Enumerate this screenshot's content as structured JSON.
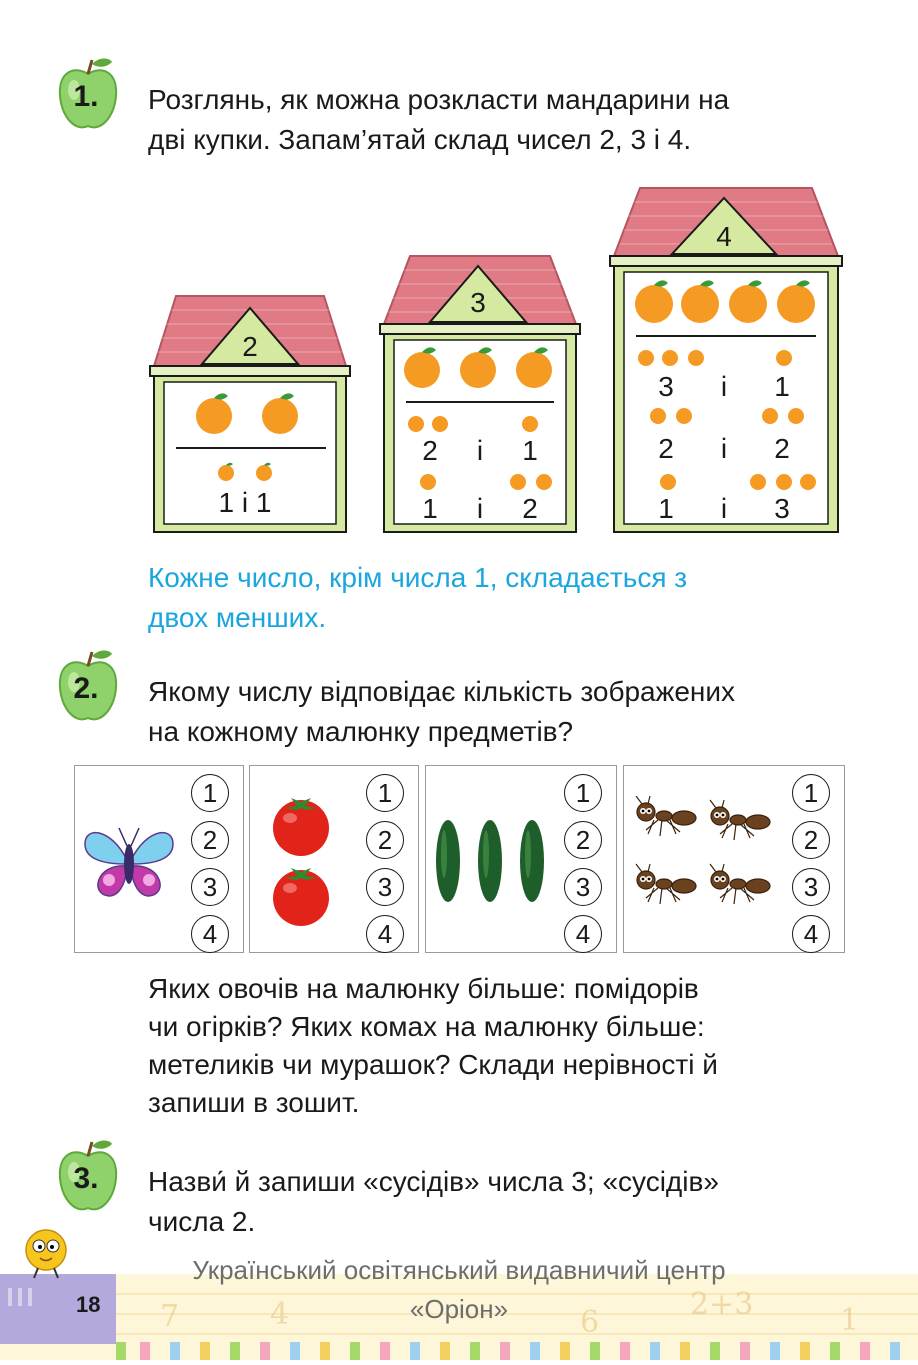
{
  "tasks": [
    {
      "number": "1.",
      "text_line1": "Розглянь, як можна розкласти мандарини на",
      "text_line2": "дві купки. Запам’ятай склад чисел 2, 3 і 4."
    },
    {
      "number": "2.",
      "text_line1": "Якому числу відповідає кількість зображених",
      "text_line2": "на кожному малюнку предметів?"
    },
    {
      "number": "3.",
      "text_line1": "Назви́ й запиши «сусідів» числа 3; «сусідів»",
      "text_line2": "числа 2."
    }
  ],
  "houses": [
    {
      "number": "2",
      "rows": [
        {
          "left": "1 і 1",
          "mid": "",
          "right": ""
        }
      ]
    },
    {
      "number": "3",
      "rows": [
        {
          "left": "2",
          "mid": "і",
          "right": "1"
        },
        {
          "left": "1",
          "mid": "і",
          "right": "2"
        }
      ]
    },
    {
      "number": "4",
      "rows": [
        {
          "left": "3",
          "mid": "і",
          "right": "1"
        },
        {
          "left": "2",
          "mid": "і",
          "right": "2"
        },
        {
          "left": "1",
          "mid": "і",
          "right": "3"
        }
      ]
    }
  ],
  "rule": {
    "line1": "Кожне число, крім числа 1, складається з",
    "line2": "двох менших."
  },
  "choice_numbers": [
    "1",
    "2",
    "3",
    "4"
  ],
  "panels": [
    {
      "icon": "butterfly-icon",
      "count": 1
    },
    {
      "icon": "tomato-icon",
      "count": 2
    },
    {
      "icon": "cucumber-icon",
      "count": 3
    },
    {
      "icon": "ant-icon",
      "count": 4
    }
  ],
  "questions": {
    "line1": "Яких овочів на малюнку більше: помідорів",
    "line2": "чи огірків? Яких комах на малюнку більше:",
    "line3": "метеликів чи мурашок? Склади нерівності й",
    "line4": "запиши в зошит."
  },
  "footer": {
    "publisher_line1": "Український освітянський видавничий центр",
    "publisher_line2": "«Оріон»",
    "page_number": "18"
  },
  "colors": {
    "rule_text": "#1aa6df",
    "apple": "#8fd16a",
    "roof": "#e07b86",
    "house_wall": "#d6e9a0",
    "orange": "#f59a23",
    "page_tab": "#b3a9dc"
  }
}
